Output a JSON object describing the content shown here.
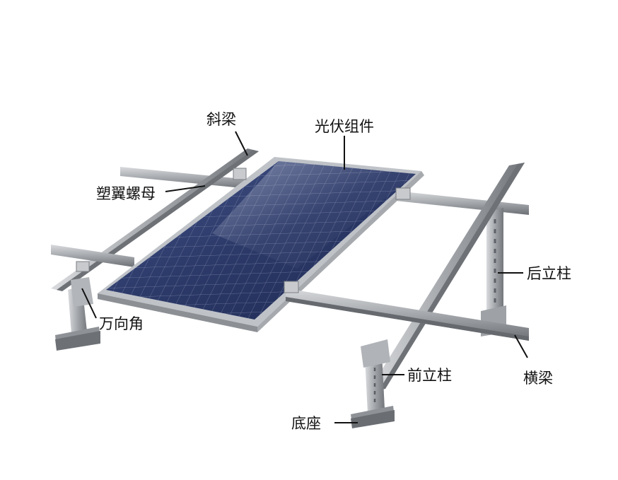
{
  "labels": {
    "diagonal_beam": "斜梁",
    "pv_module": "光伏组件",
    "plastic_wing_nut": "塑翼螺母",
    "rear_column": "后立柱",
    "universal_angle": "万向角",
    "front_column": "前立柱",
    "cross_beam": "横梁",
    "base": "底座"
  },
  "colors": {
    "panel_cell": "#2c3a6a",
    "panel_frame": "#c9ccd0",
    "steel": "#a7aaae",
    "steel_dark": "#6f7378",
    "leader_line": "#111111"
  }
}
